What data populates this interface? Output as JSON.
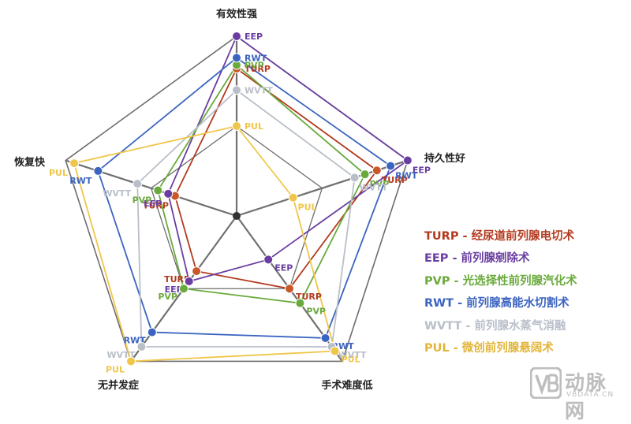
{
  "chart_data": {
    "type": "radar",
    "axes": [
      "有效性强",
      "持久性好",
      "手术难度低",
      "无并发症",
      "恢复快"
    ],
    "range": [
      0,
      10
    ],
    "grid_levels": 2,
    "series": [
      {
        "name": "TURP",
        "label": "TURP - 经尿道前列腺电切术",
        "color": "#b23a1e",
        "point": "#c8582a",
        "values": [
          8.2,
          8.2,
          5.0,
          3.8,
          3.6
        ]
      },
      {
        "name": "EEP",
        "label": "EEP - 前列腺剜除术",
        "color": "#6a3ea1",
        "point": "#6a3ea1",
        "values": [
          10.0,
          10.0,
          3.0,
          4.5,
          4.0
        ]
      },
      {
        "name": "PVP",
        "label": "PVP - 光选择性前列腺汽化术",
        "color": "#6aaa3c",
        "point": "#6aaa3c",
        "values": [
          8.4,
          7.5,
          6.0,
          5.0,
          4.6
        ]
      },
      {
        "name": "RWT",
        "label": "RWT - 前列腺高能水切割术",
        "color": "#3b64c0",
        "point": "#3b64c0",
        "values": [
          8.8,
          9.0,
          8.4,
          8.0,
          8.1
        ]
      },
      {
        "name": "WVTT",
        "label": "WVTT - 前列腺水蒸气消融",
        "color": "#b9bfc9",
        "point": "#b9bfc9",
        "values": [
          7.0,
          6.9,
          9.0,
          9.0,
          5.8
        ]
      },
      {
        "name": "PUL",
        "label": "PUL - 微创前列腺悬阔术",
        "color": "#f0c64a",
        "point": "#f0c64a",
        "values": [
          5.0,
          3.3,
          9.3,
          10.0,
          9.5
        ]
      }
    ]
  },
  "brand": {
    "name": "动脉网",
    "url": "VBDATA.CN"
  }
}
